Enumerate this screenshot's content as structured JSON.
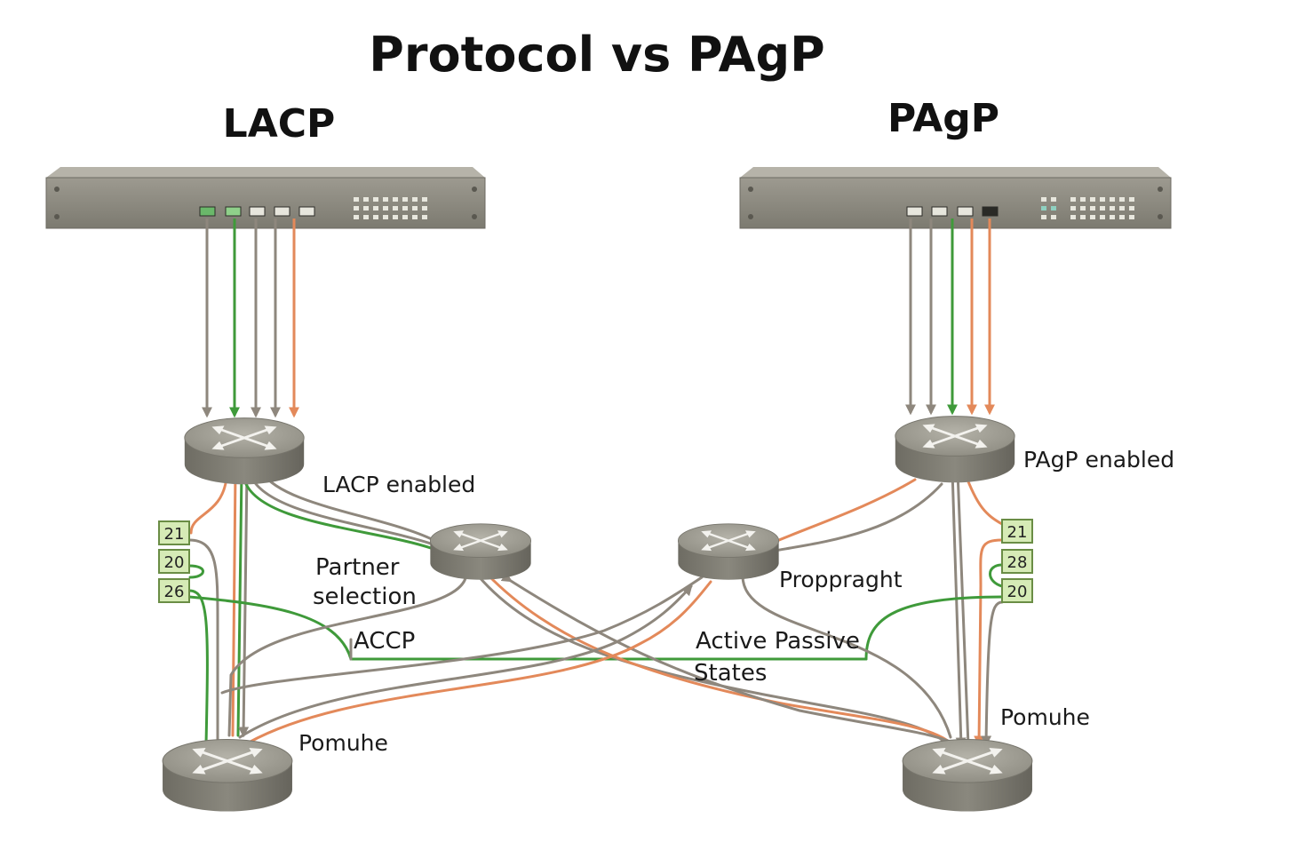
{
  "title": "Protocol vs PAgP",
  "left": {
    "heading": "LACP",
    "enabled_label": "LACP enabled",
    "partner_label_line1": "Partner",
    "partner_label_line2": "selection",
    "accp_label": "ACCP",
    "bottom_label": "Pomuhe",
    "ports": [
      "21",
      "20",
      "26"
    ]
  },
  "right": {
    "heading": "PAgP",
    "enabled_label": "PAgP enabled",
    "mid_label": "Proppraght",
    "states_line1": "Active Passive",
    "states_line2": "States",
    "bottom_label": "Pomuhe",
    "ports": [
      "21",
      "28",
      "20"
    ]
  },
  "colors": {
    "grey_link": "#8e877d",
    "green_link": "#3f9a3a",
    "orange_link": "#e3895a",
    "device_body": "#7f7d74",
    "device_top": "#a4a298",
    "port_fill": "#d6ebb6",
    "port_border": "#6a8d45"
  },
  "icons": {
    "switch": "switch-rack-icon",
    "router": "router-icon"
  }
}
